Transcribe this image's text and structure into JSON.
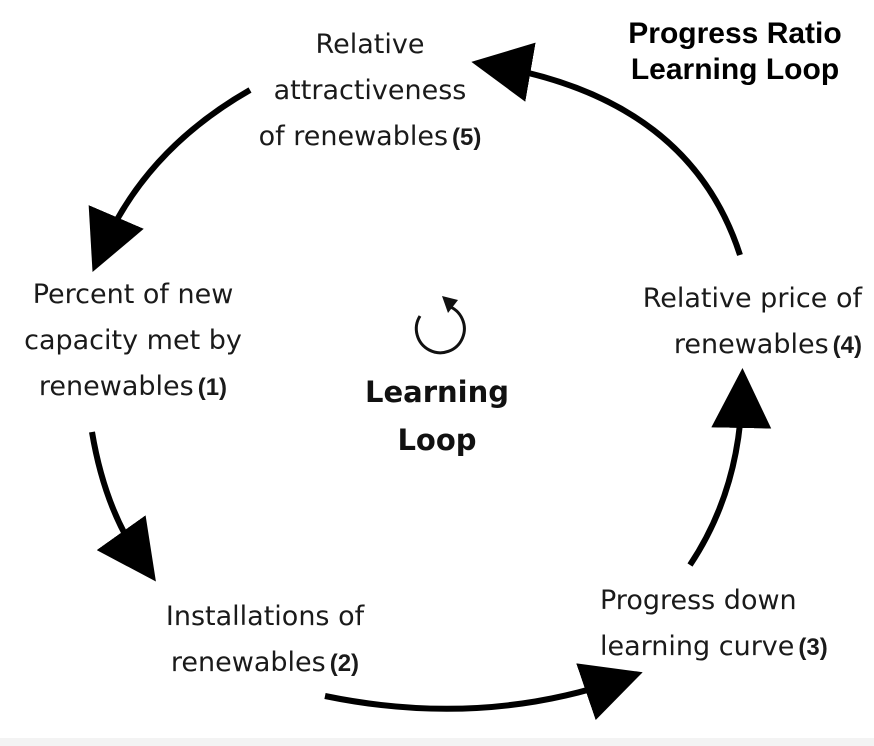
{
  "title": [
    "Progress Ratio",
    "Learning Loop"
  ],
  "center_label": [
    "Learning",
    "Loop"
  ],
  "nodes": [
    {
      "lines": [
        "Percent of new",
        "capacity met by",
        "renewables"
      ],
      "number": "(1)"
    },
    {
      "lines": [
        "Installations of",
        "renewables"
      ],
      "number": "(2)"
    },
    {
      "lines": [
        "Progress down",
        "learning curve"
      ],
      "number": "(3)"
    },
    {
      "lines": [
        "Relative price of",
        "renewables"
      ],
      "number": "(4)"
    },
    {
      "lines": [
        "Relative",
        "attractiveness",
        "of renewables"
      ],
      "number": "(5)"
    }
  ],
  "icons": {
    "center": "circular-arrow-icon"
  },
  "colors": {
    "text": "#1a1a1a",
    "arrow": "#000000",
    "background": "#ffffff"
  }
}
